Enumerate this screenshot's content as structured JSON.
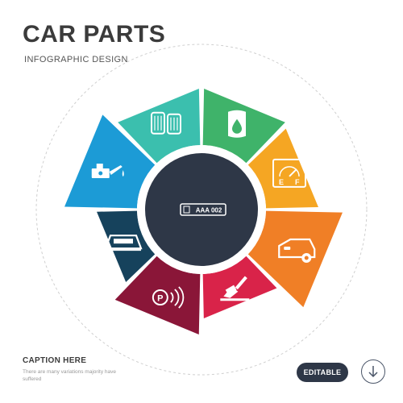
{
  "header": {
    "title": "CAR PARTS",
    "subtitle": "INFOGRAPHIC DESIGN"
  },
  "caption": {
    "title": "CAPTION HERE",
    "body": "There are many variations majority have suffered"
  },
  "buttons": {
    "editable_label": "EDITABLE",
    "download_icon": "arrow-down-icon"
  },
  "center": {
    "icon": "license-plate-icon",
    "plate_text": "AAA 002",
    "color": "#2e3747"
  },
  "segments": [
    {
      "icon": "oil-barrel-icon",
      "color": "#3fb36a"
    },
    {
      "icon": "fuel-gauge-icon",
      "color": "#f5a623"
    },
    {
      "icon": "car-door-icon",
      "color": "#f07f26"
    },
    {
      "icon": "brake-pedal-icon",
      "color": "#d92349"
    },
    {
      "icon": "parking-sensor-icon",
      "color": "#8a1638"
    },
    {
      "icon": "car-roof-icon",
      "color": "#16425c"
    },
    {
      "icon": "oil-can-icon",
      "color": "#1c9bd6"
    },
    {
      "icon": "oil-filters-icon",
      "color": "#3bbfae"
    }
  ],
  "sensor_letter": "P",
  "gauge_labels": {
    "empty": "E",
    "full": "F"
  }
}
